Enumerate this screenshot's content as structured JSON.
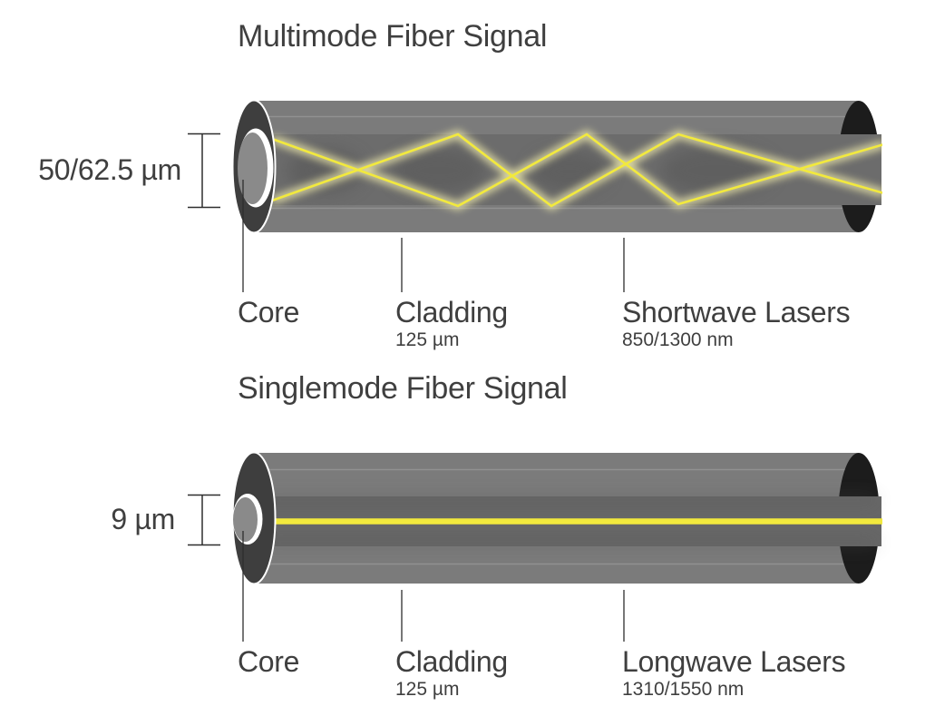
{
  "colors": {
    "background": "#ffffff",
    "text": "#3f3f3f",
    "cladding_gray": "#7b7b7b",
    "cladding_highlight": "#959595",
    "core_band_multimode": "#6c6c6c",
    "core_band_singlemode": "#676767",
    "core_band_shadow": "#535353",
    "end_cap_front": "#3e3e3e",
    "end_cap_back": "#1c1c1c",
    "core_face_gray": "#8a8a8a",
    "core_ring_white": "#ffffff",
    "signal_yellow": "#f2e93d",
    "signal_glow": "#faf5b0",
    "leader_line": "#2e2e2e"
  },
  "multimode": {
    "title": "Multimode Fiber Signal",
    "core_diameter_label": "50/62.5 µm",
    "core_label": "Core",
    "cladding_label": "Cladding",
    "cladding_size_label": "125 µm",
    "laser_label": "Shortwave Lasers",
    "laser_wavelength_label": "850/1300 nm"
  },
  "singlemode": {
    "title": "Singlemode Fiber Signal",
    "core_diameter_label": "9 µm",
    "core_label": "Core",
    "cladding_label": "Cladding",
    "cladding_size_label": "125 µm",
    "laser_label": "Longwave Lasers",
    "laser_wavelength_label": "1310/1550 nm"
  }
}
